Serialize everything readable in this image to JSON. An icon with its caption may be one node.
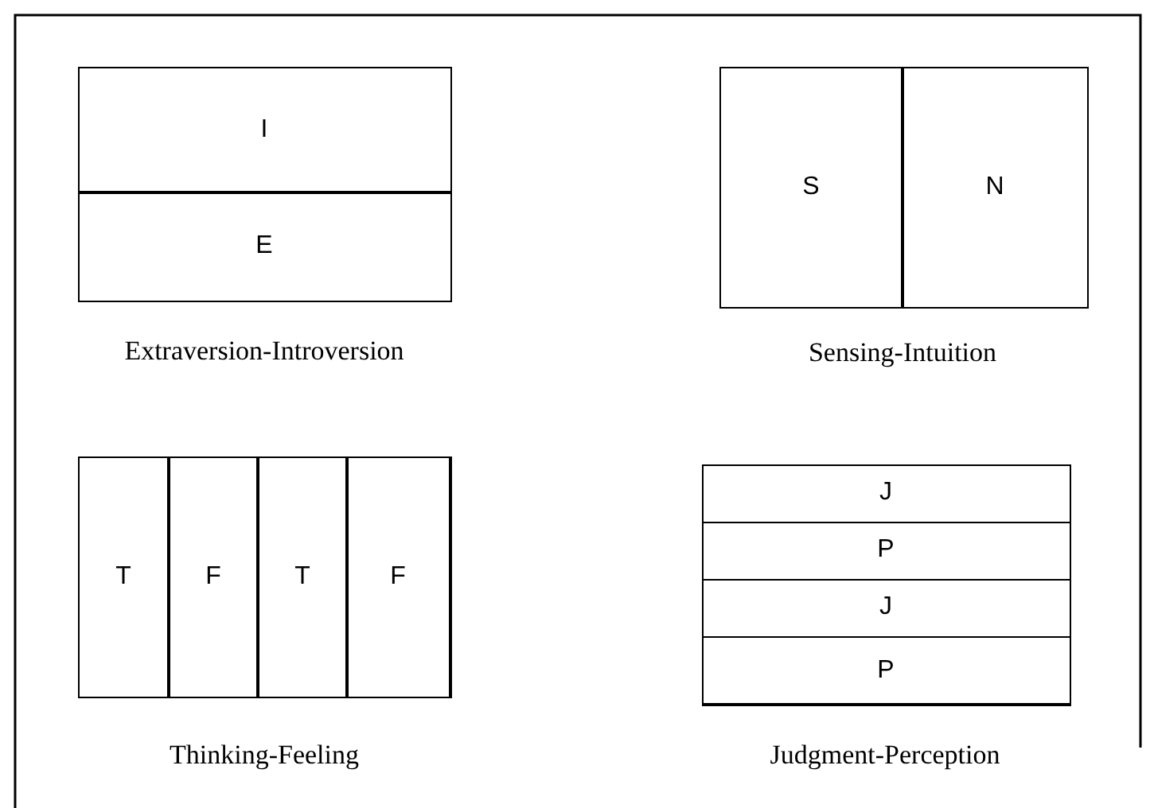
{
  "diagram": {
    "nodes": [
      {
        "text": [],
        "shape": "box",
        "beside": [
          "Extraversion-Introversion"
        ]
      },
      {
        "text": [
          "I"
        ],
        "in": 0
      },
      {
        "text": [
          "E"
        ],
        "in": 0
      },
      {
        "text": [],
        "shape": "box",
        "beside": [
          "Sensing-Intuition"
        ]
      },
      {
        "text": [
          "S"
        ],
        "in": 3
      },
      {
        "text": [
          "N"
        ],
        "in": 3
      },
      {
        "text": [],
        "shape": "box",
        "beside": [
          "Thinking-Feeling"
        ]
      },
      {
        "text": [
          "T"
        ],
        "in": 6
      },
      {
        "text": [
          "F"
        ],
        "in": 6
      },
      {
        "text": [
          "T"
        ],
        "in": 6
      },
      {
        "text": [
          "F"
        ],
        "in": 6
      },
      {
        "text": [],
        "shape": "box",
        "beside": [
          "Judgment-Perception"
        ]
      },
      {
        "text": [
          "J"
        ],
        "in": 11
      },
      {
        "text": [
          "P"
        ],
        "in": 11
      },
      {
        "text": [
          "J"
        ],
        "in": 11
      },
      {
        "text": [
          "P"
        ],
        "in": 11
      }
    ],
    "edges": []
  }
}
